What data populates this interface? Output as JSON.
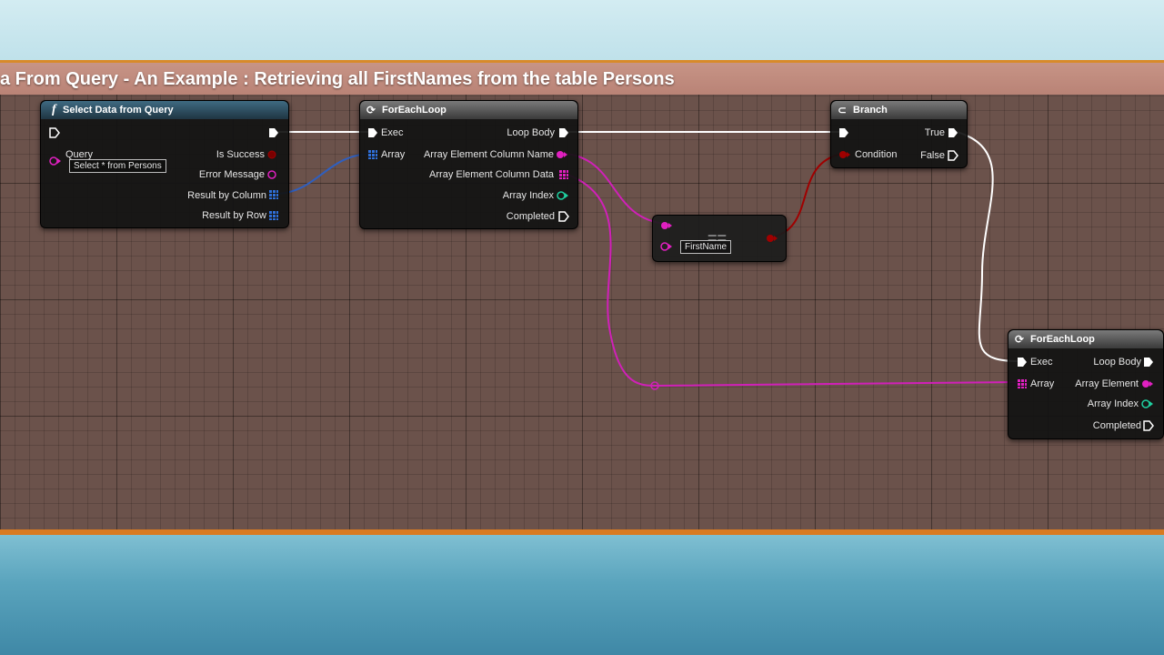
{
  "comment": {
    "title": "a From Query - An Example : Retrieving all FirstNames from the table Persons"
  },
  "colors": {
    "exec_wire": "#ffffff",
    "string_pin": "#e020c0",
    "struct_pin": "#2f6fd8",
    "int_pin": "#1fd0a0",
    "bool_pin": "#a00000",
    "comment_border": "#d87a22"
  },
  "nodes": {
    "select_data": {
      "title": "Select Data from Query",
      "icon": "function-icon",
      "query_label": "Query",
      "query_value": "Select * from Persons",
      "is_success": "Is Success",
      "error_message": "Error Message",
      "result_by_column": "Result by Column",
      "result_by_row": "Result by Row"
    },
    "foreach1": {
      "title": "ForEachLoop",
      "icon": "loop-icon",
      "exec": "Exec",
      "array": "Array",
      "loop_body": "Loop Body",
      "column_name": "Array Element Column Name",
      "column_data": "Array Element Column Data",
      "array_index": "Array Index",
      "completed": "Completed"
    },
    "compare": {
      "symbol": "==",
      "value": "FirstName"
    },
    "branch": {
      "title": "Branch",
      "icon": "branch-icon",
      "condition": "Condition",
      "true_label": "True",
      "false_label": "False"
    },
    "foreach2": {
      "title": "ForEachLoop",
      "icon": "loop-icon",
      "exec": "Exec",
      "array": "Array",
      "loop_body": "Loop Body",
      "array_element": "Array Element",
      "array_index": "Array Index",
      "completed": "Completed"
    }
  }
}
